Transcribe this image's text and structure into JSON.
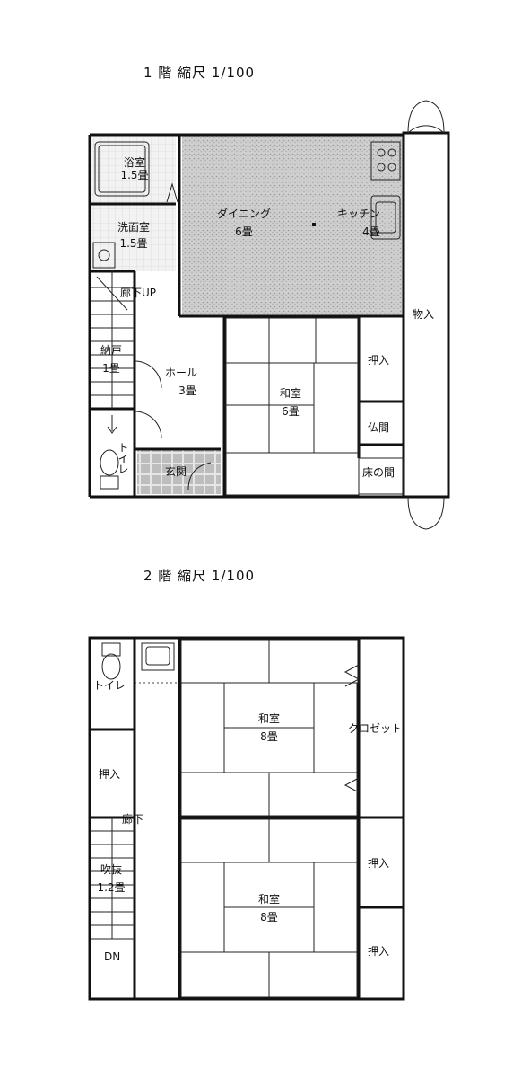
{
  "floor1": {
    "title": "1 階 縮尺 1/100",
    "rooms": {
      "bath": {
        "name": "浴室",
        "size": "1.5畳"
      },
      "washroom": {
        "name": "洗面室",
        "size": "1.5畳"
      },
      "dining": {
        "name": "ダイニング",
        "size": "6畳"
      },
      "kitchen": {
        "name": "キッチン",
        "size": "4畳"
      },
      "corridor_up": "廊下UP",
      "storage_closet": {
        "name": "納戸",
        "size": "1畳"
      },
      "hall": {
        "name": "ホール",
        "size": "3畳"
      },
      "toilet": "トイレ",
      "entrance": "玄関",
      "washitsu": {
        "name": "和室",
        "size": "6畳"
      },
      "oshiire": "押入",
      "butsuma": "仏間",
      "tokonoma": "床の間",
      "monoire": "物入"
    }
  },
  "floor2": {
    "title": "2 階 縮尺 1/100",
    "rooms": {
      "toilet": "トイレ",
      "washitsu_top": {
        "name": "和室",
        "size": "8畳"
      },
      "closet": "クロゼット",
      "oshiire_left": "押入",
      "corridor": "廊下",
      "fukinuke": {
        "name": "吹抜",
        "size": "1.2畳"
      },
      "dn": "DN",
      "washitsu_bottom": {
        "name": "和室",
        "size": "8畳"
      },
      "oshiire_right_top": "押入",
      "oshiire_right_bottom": "押入"
    }
  }
}
